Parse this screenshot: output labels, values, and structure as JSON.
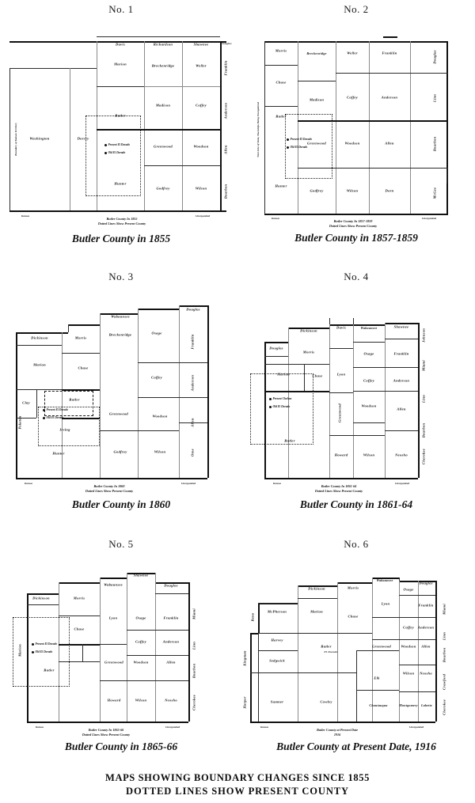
{
  "document": {
    "caption_line1": "MAPS SHOWING BOUNDARY CHANGES SINCE 1855",
    "caption_line2": "DOTTED LINES SHOW PRESENT COUNTY"
  },
  "maps": [
    {
      "number": "No. 1",
      "caption": "Butler County in 1855",
      "inset_line1": "Butler County In 1855",
      "inset_line2": "Dotted Lines Show Present County",
      "counties": [
        "Davis",
        "Richardson",
        "Shawnee",
        "Douglas",
        "Marion",
        "Breckenridge",
        "Weller",
        "Franklin",
        "Madison",
        "Coffey",
        "Anderson",
        "Butler",
        "Greenwood",
        "Woodson",
        "Allen",
        "Hunter",
        "Godfrey",
        "Wilson",
        "Bourbon",
        "Washington",
        "Dorsey"
      ],
      "markers": [
        "Present El Dorado",
        "Old El Dorado"
      ],
      "edge_notes": [
        "Boundary of Kansas Territory",
        "Kansas",
        "Unorganized"
      ]
    },
    {
      "number": "No. 2",
      "caption": "Butler County in 1857-1859",
      "inset_line1": "Butler County In 1857-1859",
      "inset_line2": "Dotted Lines Show Present County",
      "counties": [
        "Morris",
        "Breckenridge",
        "Weller",
        "Franklin",
        "Douglas",
        "Chase",
        "Madison",
        "Coffey",
        "Anderson",
        "Linn",
        "Butler",
        "Greenwood",
        "Woodson",
        "Allen",
        "Bourbon",
        "Hunter",
        "Godfrey",
        "Wilson",
        "Dorn",
        "McGee"
      ],
      "markers": [
        "Present El Dorado",
        "Old El Dorado"
      ],
      "edge_notes": [
        "West Line of State, Townships Being Unorganized",
        "Kansas",
        "Unorganized"
      ]
    },
    {
      "number": "No. 3",
      "caption": "Butler County in 1860",
      "inset_line1": "Butler County In 1860",
      "inset_line2": "Dotted Lines Show Present County",
      "counties": [
        "Dickinson",
        "Morris",
        "Wabaunsee",
        "Douglas",
        "Marion",
        "Chase",
        "Breckenridge",
        "Osage",
        "Franklin",
        "Coffey",
        "Anderson",
        "Clay",
        "Butler",
        "Greenwood",
        "Woodson",
        "Allen",
        "Irving",
        "Hunter",
        "Godfrey",
        "Wilson",
        "Otoe",
        "Peketon"
      ],
      "markers": [
        "Present El Dorado",
        "Old El Dorado"
      ],
      "edge_notes": [
        "Kansas",
        "Unorganized"
      ]
    },
    {
      "number": "No. 4",
      "caption": "Butler County in 1861-64",
      "inset_line1": "Butler County In 1861-64",
      "inset_line2": "Dotted Lines Show Present County",
      "counties": [
        "Dickinson",
        "Davis",
        "Wabaunsee",
        "Shawnee",
        "Douglas",
        "Johnson",
        "Morris",
        "Osage",
        "Franklin",
        "Miami",
        "Marion",
        "Chase",
        "Lyon",
        "Coffey",
        "Anderson",
        "Linn",
        "Greenwood",
        "Woodson",
        "Allen",
        "Bourbon",
        "Butler",
        "Howard",
        "Wilson",
        "Neosho",
        "Cherokee"
      ],
      "markers": [
        "Present Chelsea",
        "Old El Dorado"
      ],
      "edge_notes": [
        "Kansas",
        "Unorganized"
      ]
    },
    {
      "number": "No. 5",
      "caption": "Butler County in 1865-66",
      "inset_line1": "Butler County In 1865-66",
      "inset_line2": "Dotted Lines Show Present County",
      "counties": [
        "Dickinson",
        "Morris",
        "Wabaunsee",
        "Shawnee",
        "Douglas",
        "Lyon",
        "Osage",
        "Franklin",
        "Miami",
        "Chase",
        "Coffey",
        "Anderson",
        "Linn",
        "Marion",
        "Butler",
        "Greenwood",
        "Woodson",
        "Allen",
        "Bourbon",
        "Howard",
        "Wilson",
        "Neosho",
        "Cherokee"
      ],
      "markers": [
        "Present El Dorado",
        "Old El Dorado"
      ],
      "edge_notes": [
        "Kansas",
        "Unorganized"
      ]
    },
    {
      "number": "No. 6",
      "caption": "Butler County at Present Date, 1916",
      "inset_line1": "Butler County at Present Date",
      "inset_line2": "1916",
      "counties": [
        "Dickinson",
        "Morris",
        "Wabaunsee",
        "Douglas",
        "McPherson",
        "Marion",
        "Chase",
        "Lyon",
        "Osage",
        "Franklin",
        "Miami",
        "Coffey",
        "Anderson",
        "Linn",
        "Harvey",
        "Butler",
        "El Dorado",
        "Greenwood",
        "Woodson",
        "Allen",
        "Bourbon",
        "Sedgwick",
        "Elk",
        "Wilson",
        "Neosho",
        "Crawford",
        "Sumner",
        "Cowley",
        "Chautauqua",
        "Montgomery",
        "Labette",
        "Cherokee",
        "Reno",
        "Kingman",
        "Harper"
      ],
      "markers": [],
      "edge_notes": [
        "Kansas",
        "Unorganized"
      ]
    }
  ]
}
